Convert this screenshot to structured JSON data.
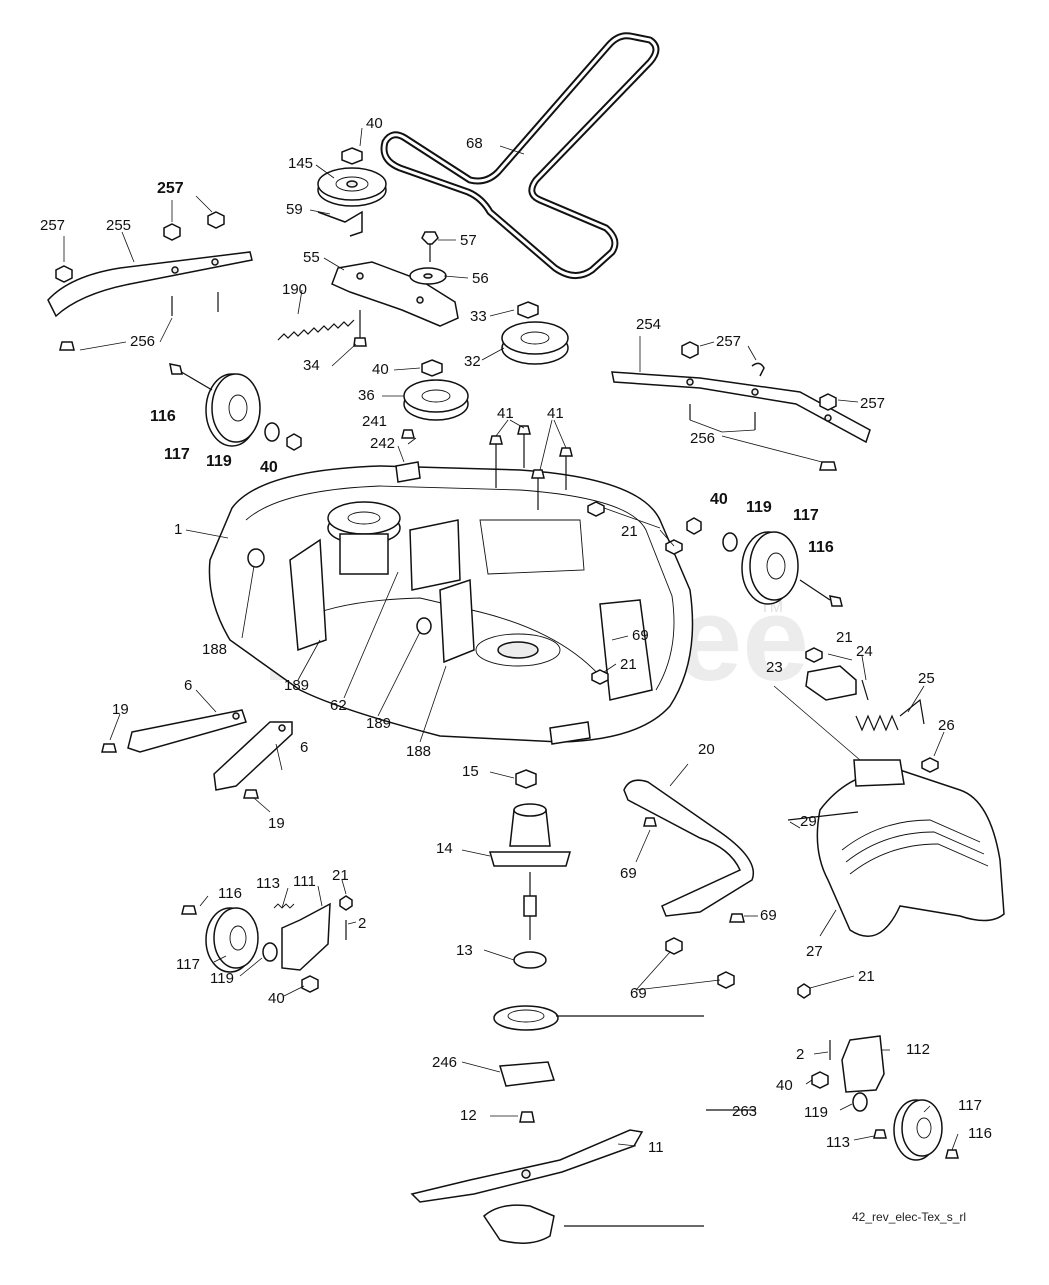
{
  "watermark": {
    "text": "PartsTree",
    "mark": "TM"
  },
  "footer_code": "42_rev_elec-Tex_s_rl",
  "callouts": [
    "68",
    "40",
    "145",
    "59",
    "57",
    "56",
    "55",
    "190",
    "33",
    "32",
    "34",
    "40",
    "36",
    "257",
    "255",
    "257",
    "256",
    "254",
    "257",
    "257",
    "256",
    "116",
    "117",
    "119",
    "40",
    "241",
    "242",
    "41",
    "41",
    "40",
    "119",
    "117",
    "116",
    "21",
    "1",
    "188",
    "189",
    "62",
    "189",
    "188",
    "69",
    "21",
    "21",
    "24",
    "23",
    "25",
    "26",
    "6",
    "19",
    "6",
    "19",
    "15",
    "20",
    "29",
    "14",
    "69",
    "27",
    "116",
    "113",
    "111",
    "21",
    "2",
    "117",
    "119",
    "40",
    "13",
    "69",
    "69",
    "21",
    "246",
    "2",
    "112",
    "40",
    "119",
    "117",
    "113",
    "116",
    "12",
    "11",
    "263"
  ],
  "icons": [
    "belt-icon",
    "pulley-icon",
    "idler-arm-icon",
    "spring-icon",
    "deck-shell-icon",
    "spindle-housing-icon",
    "blade-icon",
    "gauge-wheel-icon",
    "belt-cover-icon",
    "bolt-icon",
    "nut-icon",
    "washer-icon",
    "link-rod-icon",
    "bracket-icon"
  ]
}
